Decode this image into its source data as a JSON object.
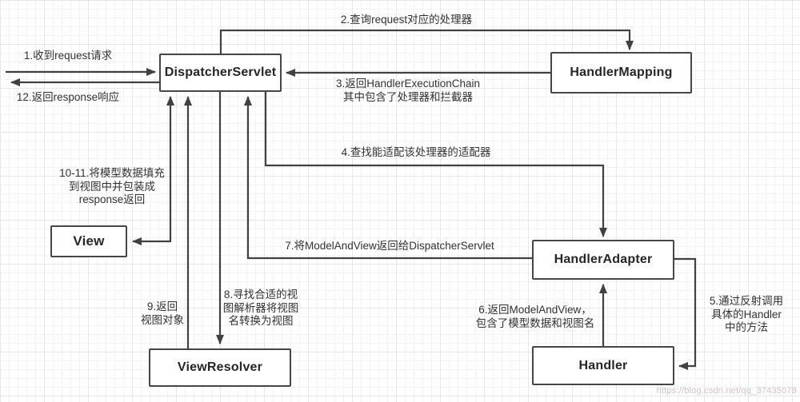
{
  "diagram": {
    "title_context": "Spring MVC request dispatch flow",
    "nodes": {
      "dispatcher_servlet": {
        "label": "DispatcherServlet"
      },
      "handler_mapping": {
        "label": "HandlerMapping"
      },
      "view": {
        "label": "View"
      },
      "view_resolver": {
        "label": "ViewResolver"
      },
      "handler_adapter": {
        "label": "HandlerAdapter"
      },
      "handler": {
        "label": "Handler"
      }
    },
    "steps": {
      "s1": {
        "lines": [
          "1.收到request请求"
        ]
      },
      "s2": {
        "lines": [
          "2.查询request对应的处理器"
        ]
      },
      "s3": {
        "lines": [
          "3.返回HandlerExecutionChain",
          "其中包含了处理器和拦截器"
        ]
      },
      "s4": {
        "lines": [
          "4.查找能适配该处理器的适配器"
        ]
      },
      "s5": {
        "lines": [
          "5.通过反射调用",
          "具体的Handler",
          "中的方法"
        ]
      },
      "s6": {
        "lines": [
          "6.返回ModelAndView，",
          "包含了模型数据和视图名"
        ]
      },
      "s7": {
        "lines": [
          "7.将ModelAndView返回给DispatcherServlet"
        ]
      },
      "s8": {
        "lines": [
          "8.寻找合适的视",
          "图解析器将视图",
          "名转换为视图"
        ]
      },
      "s9": {
        "lines": [
          "9.返回",
          "视图对象"
        ]
      },
      "s10": {
        "lines": [
          "10-11.将模型数据填充",
          "到视图中并包装成",
          "response返回"
        ]
      },
      "s12": {
        "lines": [
          "12.返回response响应"
        ]
      }
    },
    "watermark": "https://blog.csdn.net/qq_37435078",
    "colors": {
      "line": "#414141",
      "box_border": "#474747",
      "box_text": "#262626",
      "label_text": "#323232",
      "watermark": "#cfc4c4",
      "background": "#ffffff",
      "grid_line": "#e7e7e7"
    }
  }
}
